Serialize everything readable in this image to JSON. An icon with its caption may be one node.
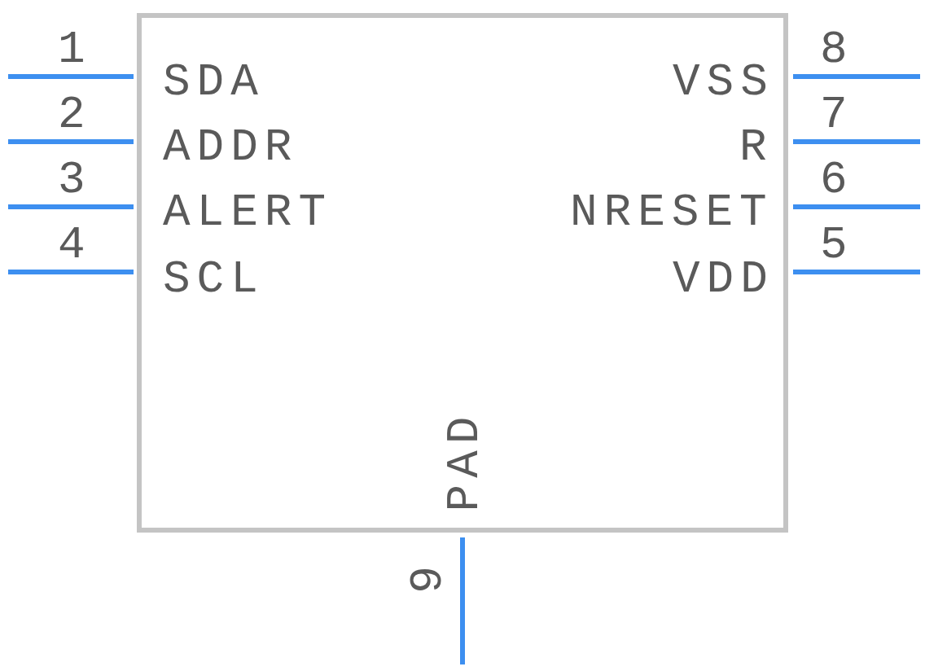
{
  "diagram": {
    "nodes": [
      {
        "text": [
          "SDA",
          "ADDR",
          "ALERT",
          "SCL",
          "VSS",
          "R",
          "NRESET",
          "VDD",
          "PAD"
        ]
      }
    ],
    "labels": [
      "1",
      "2",
      "3",
      "4",
      "8",
      "7",
      "6",
      "5",
      "9"
    ]
  }
}
